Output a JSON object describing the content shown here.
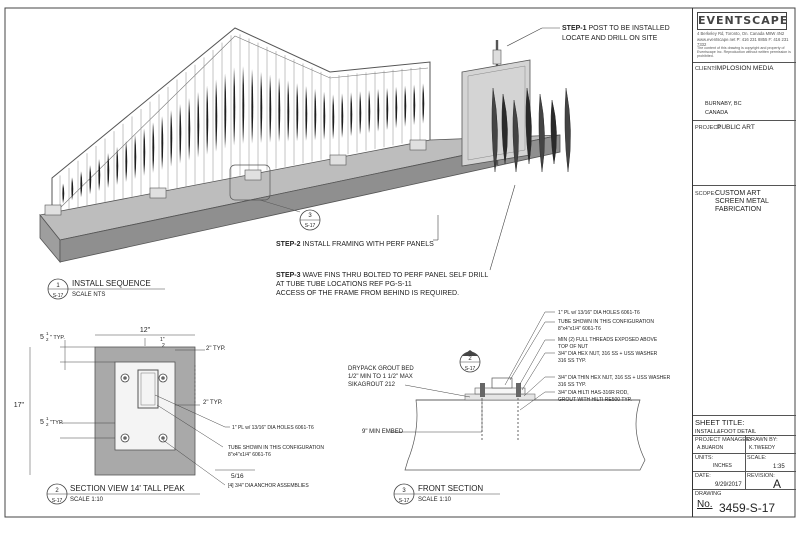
{
  "firm": {
    "logo": "EVENTSCAPE",
    "address": "4 Berkeley Rd, Toronto, On. Canada M8W 4N2",
    "contact": "www.eventscape.net  P: 416 231 8855  F: 416 231 7332",
    "note": "The content of this drawing is copyright and property of Eventscape Inc. Reproduction without written permission is prohibited."
  },
  "title_block": {
    "client_label": "CLIENT:",
    "client": "IMPLOSION MEDIA",
    "city": "BURNABY, BC",
    "country": "CANADA",
    "project_label": "PROJECT:",
    "project": "PUBLIC ART",
    "scope_label": "SCOPE:",
    "scope_lines": [
      "CUSTOM ART",
      "SCREEN METAL",
      "FABRICATION"
    ],
    "sheet_title_label": "SHEET TITLE:",
    "sheet_title": "INSTALL&FOOT DETAIL",
    "pm_label": "PROJECT MANAGER:",
    "pm": "A.BUARON",
    "drawn_label": "DRAWN BY:",
    "drawn": "K.TWEEDY",
    "units_label": "UNITS:",
    "units": "INCHES",
    "scale_label": "SCALE:",
    "scale": "1:35",
    "date_label": "DATE:",
    "date": "9/29/2017",
    "revision_label": "REVISION:",
    "revision": "A",
    "drawing_label": "DRAWING",
    "no_label": "No.",
    "drawing_no": "3459-S-17"
  },
  "notes": {
    "step1_bold": "STEP-1",
    "step1_text": " POST TO BE INSTALLED",
    "step1_text2": "LOCATE AND DRILL ON SITE",
    "step2_bold": "STEP-2",
    "step2_text": " INSTALL FRAMING WITH PERF PANELS",
    "step3_bold": "STEP-3",
    "step3_text": " WAVE FINS THRU BOLTED TO PERF PANEL SELF DRILL",
    "step3_text2": "AT TUBE TUBE LOCATIONS REF PG-S-11",
    "step3_text3": "ACCESS OF THE FRAME FROM BEHIND IS REQUIRED."
  },
  "views": {
    "v1_num": "1",
    "v1_ref": "S-17",
    "v1_title": "INSTALL SEQUENCE",
    "v1_scale": "SCALE NTS",
    "v2_num": "2",
    "v2_ref": "S-17",
    "v2_title": "SECTION VIEW 14' TALL PEAK",
    "v2_scale": "SCALE 1:10",
    "v3_num": "3",
    "v3_ref": "S-17",
    "v3_title": "FRONT SECTION",
    "v3_scale": "SCALE 1:10",
    "callout3_num": "3",
    "callout3_ref": "S-17",
    "callout2_num": "2",
    "callout2_ref": "S-17"
  },
  "section_dims": {
    "top_width": "12\"",
    "half": "1\"",
    "half_den": "2",
    "left_top_whole": "5",
    "left_top_num": "1",
    "left_top_den": "2",
    "typ": "\" TYP.",
    "two_typ_top": "2\" TYP.",
    "two_typ_mid": "2\" TYP.",
    "height": "17\"",
    "left_bot_whole": "5",
    "left_bot_num": "1",
    "left_bot_den": "2",
    "typ2": "\"TYP.",
    "bottom": "5/16",
    "note_pl": "1\" PL w/ 13/16\" DIA HOLES 6061-T6",
    "note_tube1": "TUBE SHOWN IN THIS CONFIGURATION",
    "note_tube2": "8\"x4\"x1/4\" 6061-T6",
    "note_anchor": "[4] 3/4\" DIA ANCHOR ASSEMBLIES"
  },
  "front_notes": {
    "grout1": "DRYPACK GROUT BED",
    "grout2": "1/2\" MIN TO 1 1/2\" MAX",
    "grout3": "SIKAGROUT 212",
    "embed": "9\" MIN EMBED",
    "n1": "1\" PL w/ 13/16\" DIA HOLES 6061-T6",
    "n2a": "TUBE SHOWN IN THIS CONFIGURATION",
    "n2b": "8\"x4\"x1/4\" 6061-T6",
    "n3a": "MIN (2) FULL THREADS EXPOSED ABOVE",
    "n3b": "TOP OF NUT",
    "n4a": "3/4\" DIA HEX NUT, 316 SS + USS WASHER",
    "n4b": "316 SS TYP.",
    "n5a": "3/4\" DIA THIN HEX NUT, 316 SS + USS WASHER",
    "n5b": "316 SS TYP.",
    "n6a": "3/4\" DIA HILTI HAS-316R ROD,",
    "n6b": "GROUT WITH HILTI RE500 TYP."
  }
}
